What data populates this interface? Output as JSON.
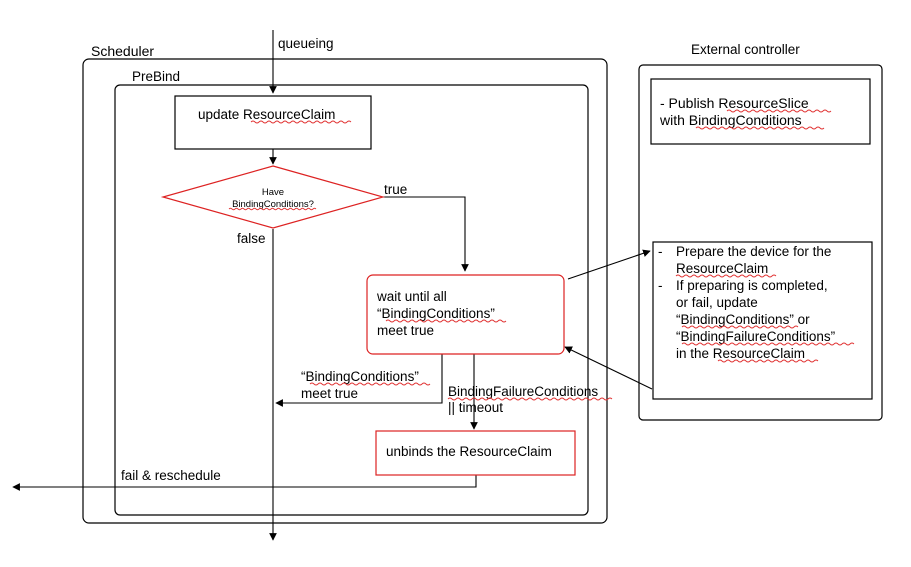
{
  "frames": {
    "scheduler": "Scheduler",
    "prebind": "PreBind",
    "external_controller": "External controller"
  },
  "nodes": {
    "update_claim": "update ResourceClaim",
    "decision": [
      "Have",
      "BindingConditions?"
    ],
    "wait": [
      "wait until all",
      "“BindingConditions”",
      "meet true"
    ],
    "unbind": "unbinds the ResourceClaim",
    "publish": [
      "- Publish ResourceSlice",
      "with BindingConditions"
    ],
    "prepare_bullets": [
      "-",
      "-"
    ],
    "prepare": [
      "Prepare the device for the",
      "ResourceClaim",
      "If preparing is completed,",
      "or fail, update",
      "“BindingConditions” or",
      "“BindingFailureConditions”",
      "in the ResourceClaim"
    ]
  },
  "edges": {
    "queueing": "queueing",
    "true": "true",
    "false": "false",
    "conditions_met": [
      "“BindingConditions”",
      "meet true"
    ],
    "failure": [
      "BindingFailureConditions",
      "|| timeout"
    ],
    "fail_reschedule": "fail & reschedule"
  },
  "colors": {
    "accent": "#dd2222",
    "line": "#000000"
  }
}
